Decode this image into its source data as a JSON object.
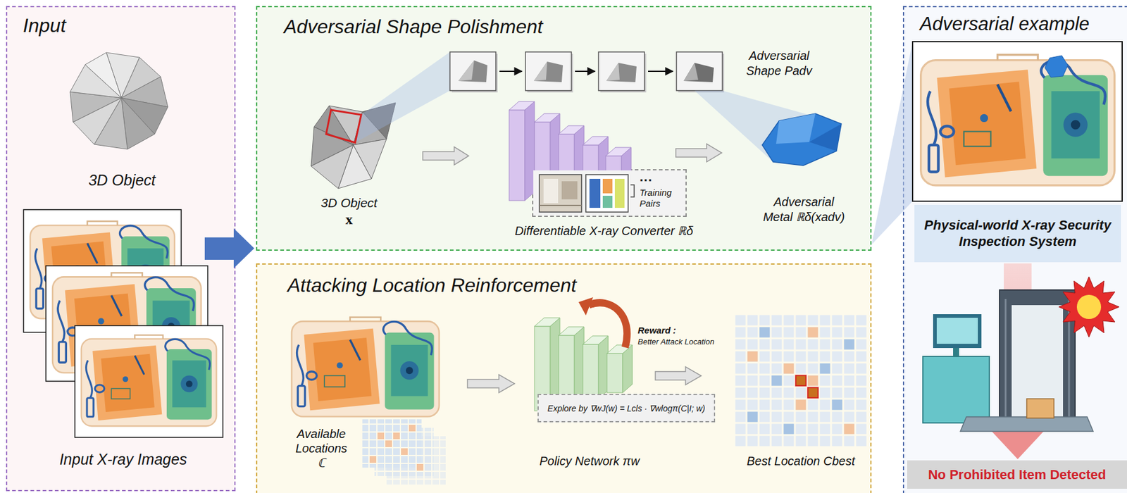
{
  "diagram": {
    "nodes": [
      {
        "text": [
          "Input"
        ]
      },
      {
        "text": [
          "Adversarial Shape Polishment"
        ]
      },
      {
        "text": [
          "...",
          "Training Pairs"
        ],
        "in": 1
      },
      {
        "text": [
          "Attacking Location Reinforcement"
        ]
      },
      {
        "text": [
          "Explore by ∇wJ(w) = Lcls · ∇wlogπ(C|I; w)"
        ],
        "in": 3
      },
      {
        "text": [
          "Adversarial example"
        ]
      },
      {
        "text": [
          "Physical-world X-ray Security Inspection System"
        ],
        "in": 5
      },
      {
        "text": [
          "No Prohibited Item Detected"
        ],
        "in": 5
      }
    ],
    "edges": [
      {
        "from": 6,
        "to": 7,
        "arrow": "to"
      }
    ],
    "labels": [
      "3D Object",
      "Input X-ray Images",
      "3D Object",
      "x",
      "Differentiable X-ray Converter ℝδ",
      "Adversarial Shape Padv",
      "Adversarial Metal ℝδ(xadv)",
      "Reward :",
      "Better Attack Location",
      "Available Locations ℂ",
      "Policy Network πw",
      "Best Location Cbest"
    ]
  }
}
